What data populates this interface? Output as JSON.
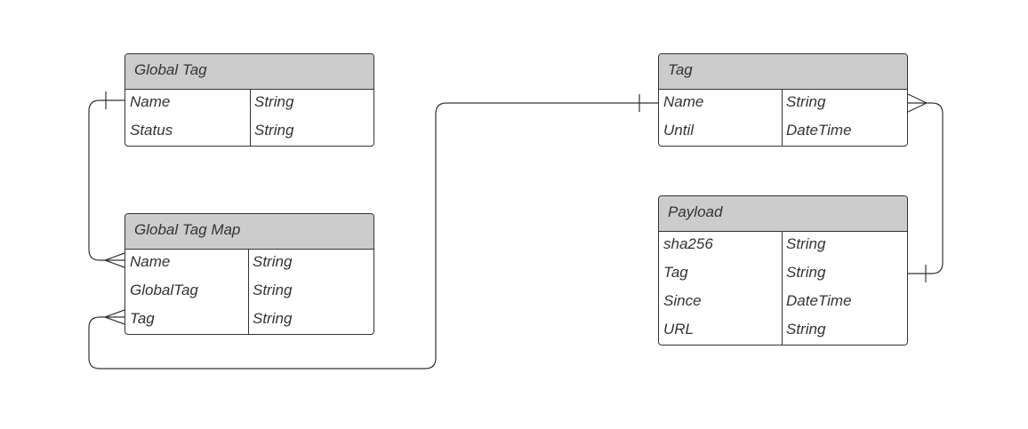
{
  "diagram": {
    "entities": {
      "global_tag": {
        "title": "Global Tag",
        "fields": [
          {
            "name": "Name",
            "type": "String"
          },
          {
            "name": "Status",
            "type": "String"
          }
        ]
      },
      "global_tag_map": {
        "title": "Global Tag Map",
        "fields": [
          {
            "name": "Name",
            "type": "String"
          },
          {
            "name": "GlobalTag",
            "type": "String"
          },
          {
            "name": "Tag",
            "type": "String"
          }
        ]
      },
      "tag": {
        "title": "Tag",
        "fields": [
          {
            "name": "Name",
            "type": "String"
          },
          {
            "name": "Until",
            "type": "DateTime"
          }
        ]
      },
      "payload": {
        "title": "Payload",
        "fields": [
          {
            "name": "sha256",
            "type": "String"
          },
          {
            "name": "Tag",
            "type": "String"
          },
          {
            "name": "Since",
            "type": "DateTime"
          },
          {
            "name": "URL",
            "type": "String"
          }
        ]
      }
    },
    "relationships": [
      {
        "from": "Global Tag.Name",
        "from_cardinality": "one",
        "to": "Global Tag Map.Name",
        "to_cardinality": "many"
      },
      {
        "from": "Tag.Name",
        "from_cardinality": "one",
        "to": "Global Tag Map.Tag",
        "to_cardinality": "many"
      },
      {
        "from": "Payload.Tag",
        "from_cardinality": "one",
        "to": "Tag.Name",
        "to_cardinality": "many"
      }
    ],
    "colors": {
      "header_fill": "#cccccc",
      "border": "#333333",
      "text": "#333333",
      "background": "#ffffff"
    }
  }
}
